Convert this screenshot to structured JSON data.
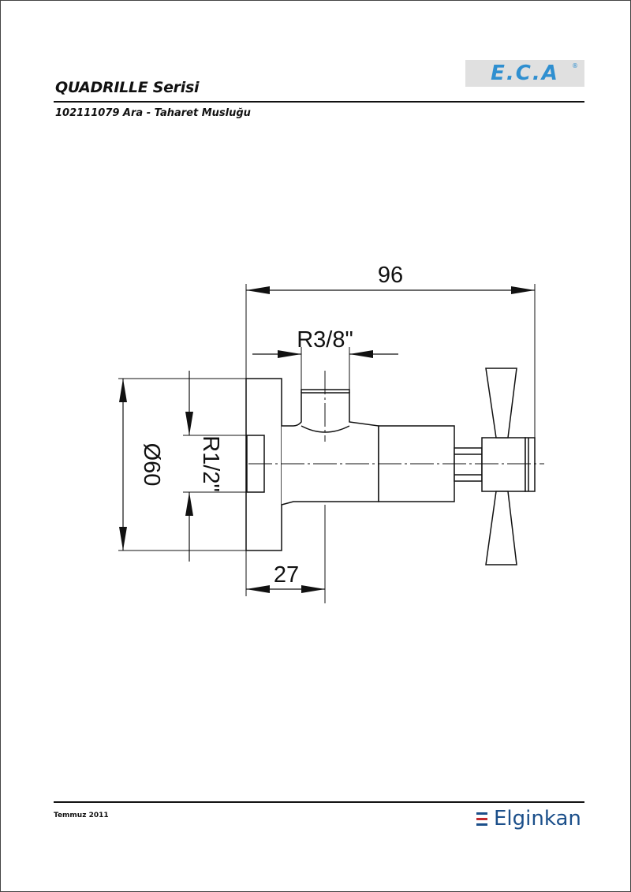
{
  "header": {
    "series_title": "QUADRILLE Serisi",
    "product_title": "102111079 Ara - Taharet Musluğu",
    "logo_text": "E.C.A",
    "logo_registered": "®",
    "logo_bg_color": "#e0e0e0",
    "logo_color": "#2f8fd0"
  },
  "drawing": {
    "dim_overall_length": "96",
    "dim_outlet_thread": "R3/8\"",
    "dim_diameter": "Ø60",
    "dim_inlet_thread": "R1/2\"",
    "dim_inlet_length": "27"
  },
  "footer": {
    "date": "Temmuz 2011",
    "brand": "Elginkan",
    "brand_color": "#1b4f8a",
    "brand_stripe_colors": [
      "#1b4f8a",
      "#c0282d",
      "#1b4f8a"
    ]
  }
}
